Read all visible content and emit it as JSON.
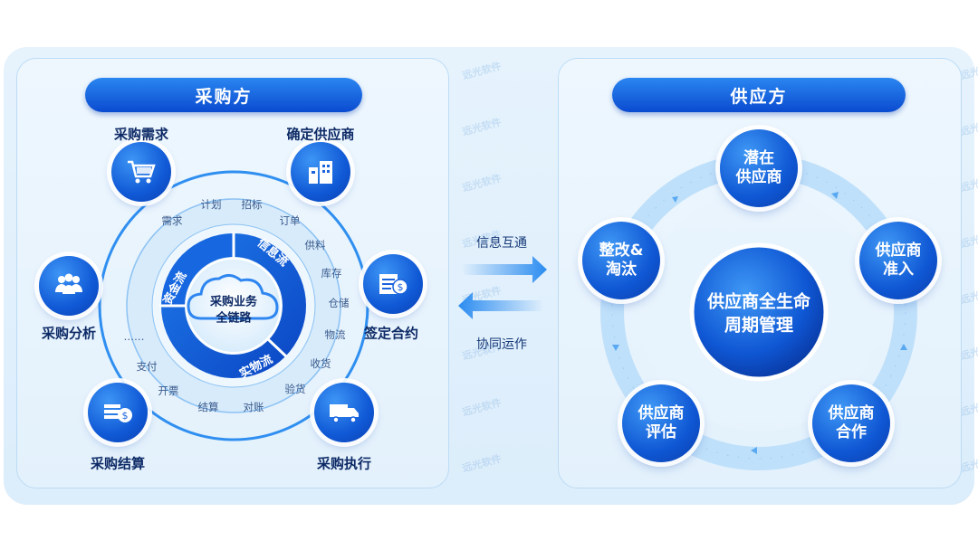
{
  "left": {
    "title": "采购方",
    "top_nodes": [
      {
        "label": "采购需求",
        "icon": "shopping-cart-icon"
      },
      {
        "label": "确定供应商",
        "icon": "building-icon"
      },
      {
        "label": "签定合约",
        "icon": "contract-coin-icon"
      },
      {
        "label": "采购执行",
        "icon": "delivery-truck-icon"
      },
      {
        "label": "采购结算",
        "icon": "coin-stack-icon"
      },
      {
        "label": "采购分析",
        "icon": "people-group-icon"
      }
    ],
    "center": {
      "line1": "采购业务",
      "line2": "全链路"
    },
    "flows": [
      "信息流",
      "实物流",
      "资金流"
    ],
    "ring_items": [
      "计划",
      "招标",
      "订单",
      "供料",
      "库存",
      "仓储",
      "物流",
      "收货",
      "验货",
      "对账",
      "结算",
      "开票",
      "支付",
      "……",
      "需求"
    ]
  },
  "middle": {
    "top_label": "信息互通",
    "bottom_label": "协同运作"
  },
  "right": {
    "title": "供应方",
    "center": {
      "line1": "供应商全生命",
      "line2": "周期管理"
    },
    "nodes": [
      {
        "line1": "潜在",
        "line2": "供应商"
      },
      {
        "line1": "供应商",
        "line2": "准入"
      },
      {
        "line1": "供应商",
        "line2": "合作"
      },
      {
        "line1": "供应商",
        "line2": "评估"
      },
      {
        "line1": "整改&",
        "line2": "淘汰"
      }
    ]
  },
  "watermark": "远光软件",
  "colors": {
    "primary": "#0b4bd0",
    "light": "#2a86f0",
    "ring": "#bfe0fa",
    "text": "#0d2a66"
  }
}
